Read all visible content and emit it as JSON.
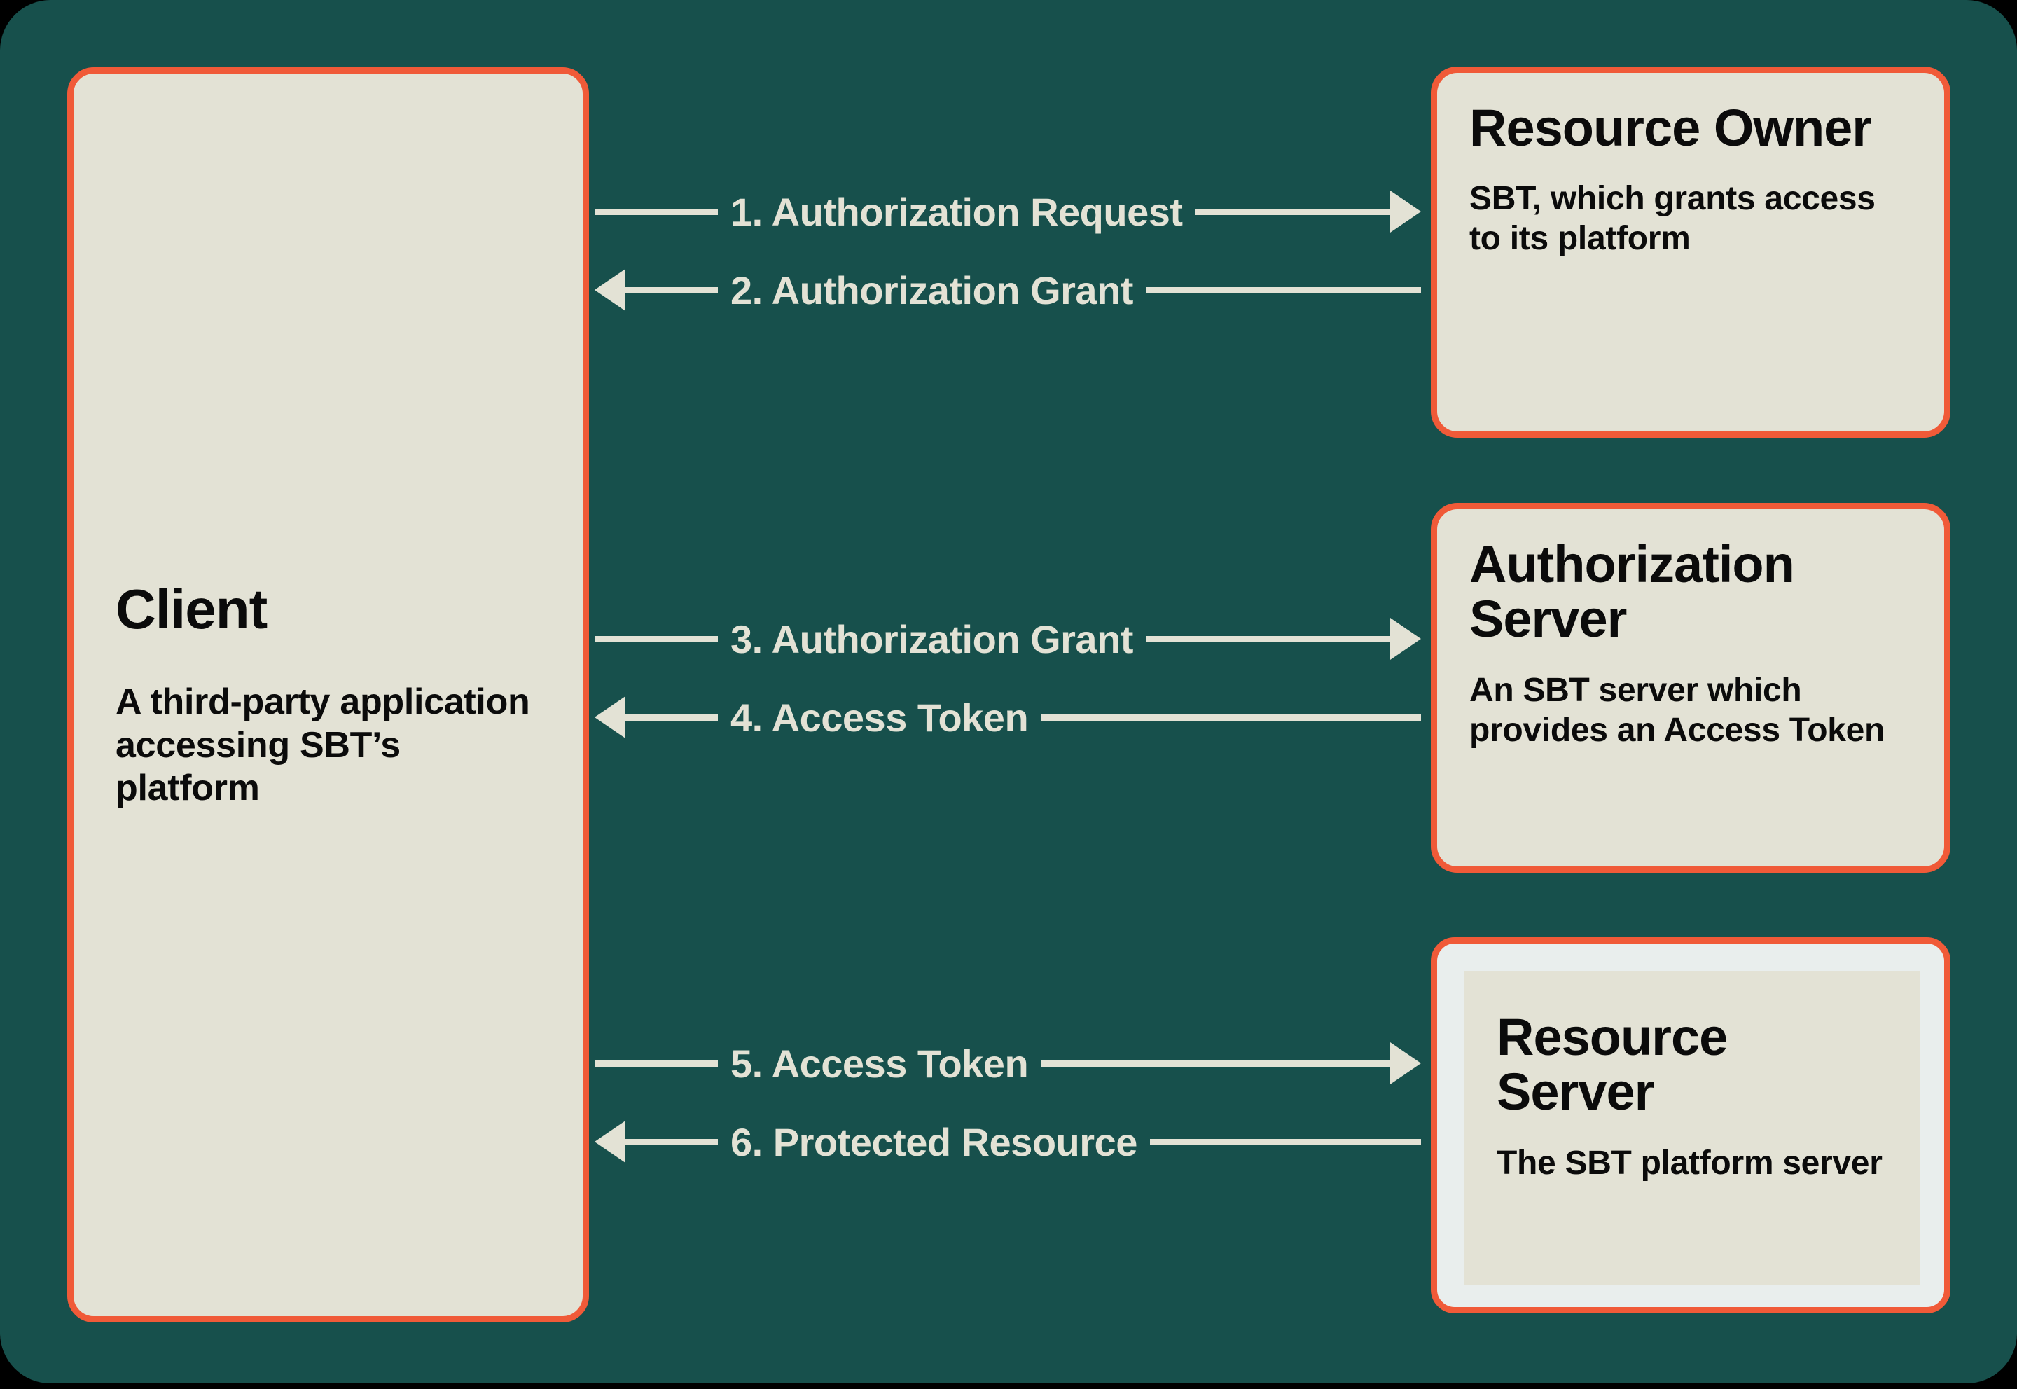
{
  "theme": {
    "background": "#000000",
    "board": "#17504C",
    "card_fill": "#E3E2D5",
    "card_border": "#F05A38",
    "resource_server_outer": "#E9EEED",
    "text_dark": "#0B0B0B",
    "text_light": "#E3E2D5"
  },
  "diagram": {
    "type": "sequence-flow",
    "actors": {
      "client": {
        "title": "Client",
        "description": "A third-party application accessing SBT’s platform"
      },
      "resource_owner": {
        "title": "Resource Owner",
        "description": "SBT, which grants access to its platform"
      },
      "authorization_server": {
        "title": "Authorization Server",
        "description": "An SBT server which provides an Access Token"
      },
      "resource_server": {
        "title": "Resource Server",
        "description": "The SBT platform server"
      }
    },
    "flows": [
      {
        "step": "1",
        "label": "1. Authorization Request",
        "direction": "right",
        "from": "client",
        "to": "resource_owner"
      },
      {
        "step": "2",
        "label": "2. Authorization Grant",
        "direction": "left",
        "from": "resource_owner",
        "to": "client"
      },
      {
        "step": "3",
        "label": "3. Authorization Grant",
        "direction": "right",
        "from": "client",
        "to": "authorization_server"
      },
      {
        "step": "4",
        "label": "4. Access Token",
        "direction": "left",
        "from": "authorization_server",
        "to": "client"
      },
      {
        "step": "5",
        "label": "5. Access Token",
        "direction": "right",
        "from": "client",
        "to": "resource_server"
      },
      {
        "step": "6",
        "label": "6. Protected Resource",
        "direction": "left",
        "from": "resource_server",
        "to": "client"
      }
    ]
  }
}
